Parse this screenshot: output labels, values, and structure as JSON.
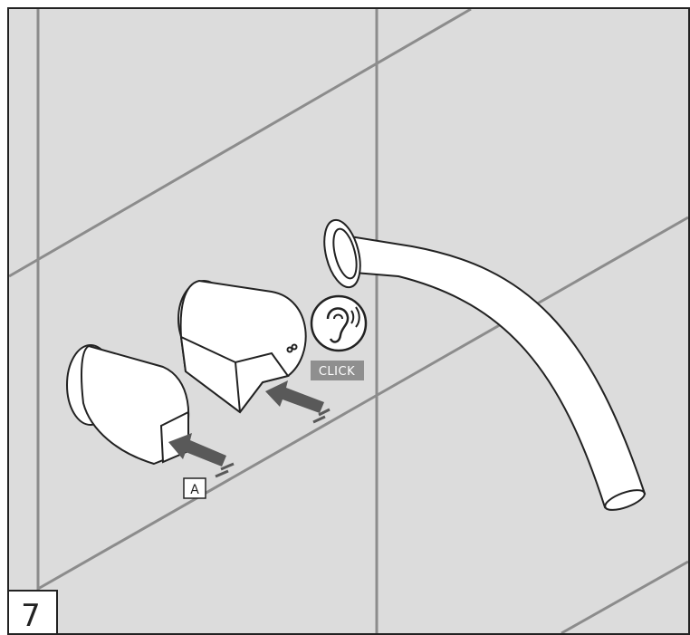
{
  "step": {
    "number": "7"
  },
  "callouts": {
    "click_text": "CLICK",
    "part_label": "A"
  },
  "icons": {
    "hearing": "ear-sound-icon",
    "push": "push-arrow-icon"
  },
  "colors": {
    "wall": "#dcdcdc",
    "grout": "#8c8c8c",
    "outline": "#222222",
    "fixture": "#ffffff",
    "arrow": "#595959",
    "click_badge": "#8f8f8f"
  }
}
